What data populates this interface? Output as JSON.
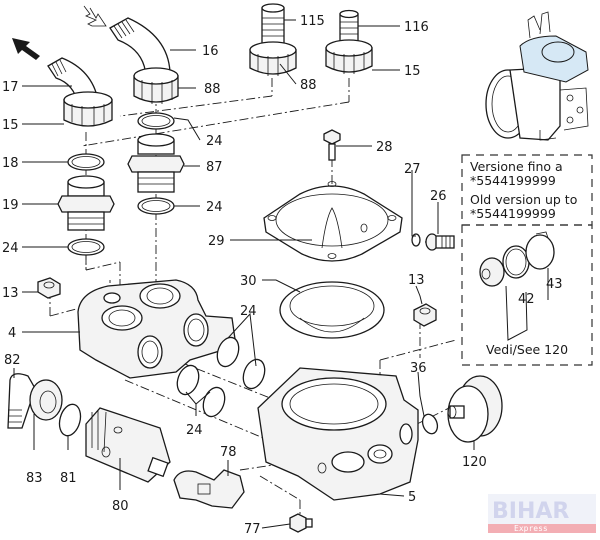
{
  "diagram": {
    "title": "Pump manifold exploded parts diagram",
    "part_labels": [
      {
        "id": "label-16",
        "text": "16"
      },
      {
        "id": "label-17",
        "text": "17"
      },
      {
        "id": "label-15a",
        "text": "15"
      },
      {
        "id": "label-88a",
        "text": "88"
      },
      {
        "id": "label-115",
        "text": "115"
      },
      {
        "id": "label-88b",
        "text": "88"
      },
      {
        "id": "label-116",
        "text": "116"
      },
      {
        "id": "label-15b",
        "text": "15"
      },
      {
        "id": "label-24a",
        "text": "24"
      },
      {
        "id": "label-18",
        "text": "18"
      },
      {
        "id": "label-87",
        "text": "87"
      },
      {
        "id": "label-28",
        "text": "28"
      },
      {
        "id": "label-19",
        "text": "19"
      },
      {
        "id": "label-24b",
        "text": "24"
      },
      {
        "id": "label-27",
        "text": "27"
      },
      {
        "id": "label-26",
        "text": "26"
      },
      {
        "id": "label-24c",
        "text": "24"
      },
      {
        "id": "label-29",
        "text": "29"
      },
      {
        "id": "label-30",
        "text": "30"
      },
      {
        "id": "label-13a",
        "text": "13"
      },
      {
        "id": "label-13b",
        "text": "13"
      },
      {
        "id": "label-4",
        "text": "4"
      },
      {
        "id": "label-24d",
        "text": "24"
      },
      {
        "id": "label-82",
        "text": "82"
      },
      {
        "id": "label-36",
        "text": "36"
      },
      {
        "id": "label-24e",
        "text": "24"
      },
      {
        "id": "label-83",
        "text": "83"
      },
      {
        "id": "label-81",
        "text": "81"
      },
      {
        "id": "label-78",
        "text": "78"
      },
      {
        "id": "label-120",
        "text": "120"
      },
      {
        "id": "label-80",
        "text": "80"
      },
      {
        "id": "label-5",
        "text": "5"
      },
      {
        "id": "label-77",
        "text": "77"
      },
      {
        "id": "label-42",
        "text": "42"
      },
      {
        "id": "label-43",
        "text": "43"
      }
    ],
    "old_version_box": {
      "line1": "Versione fino a",
      "line2": "*5544199999",
      "line3": "Old version up to",
      "line4": "*5544199999",
      "see_ref": "Vedi/See 120"
    },
    "watermark": {
      "text": "BIHAR",
      "subtext": "Express"
    },
    "colors": {
      "line": "#1a1a1a",
      "pump_tint": "#d6e8f5",
      "watermark_blue": "#c9cdea",
      "watermark_red": "#f2a0a8"
    }
  }
}
